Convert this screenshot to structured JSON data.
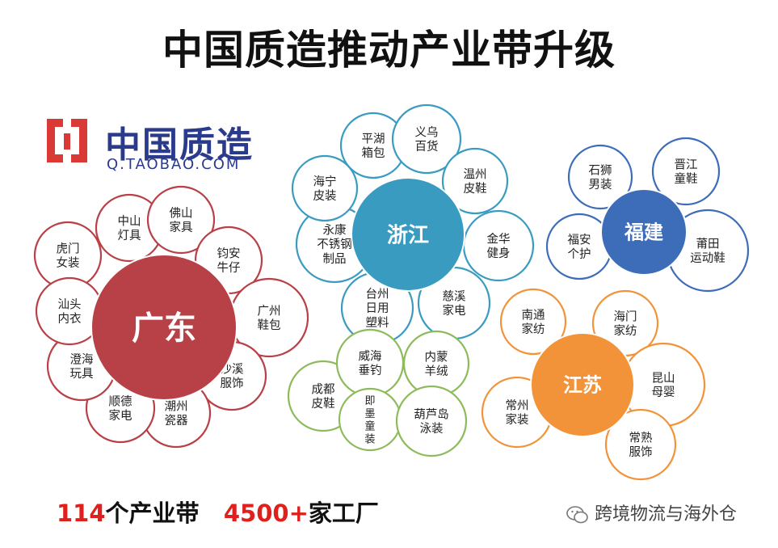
{
  "title": "中国质造推动产业带升级",
  "logo": {
    "text": "中国质造",
    "url": "Q.TAOBAO.COM"
  },
  "colors": {
    "guangdong": "#b84047",
    "zhejiang": "#3a9bc1",
    "fujian": "#3d6cb8",
    "jiangsu": "#f2933a",
    "green": "#8dba5a",
    "logo_red": "#d93a35",
    "logo_blue": "#2a3a8c"
  },
  "clusters": [
    {
      "id": "guangdong",
      "name": "广东",
      "items": [
        "虎门\n女装",
        "中山\n灯具",
        "佛山\n家具",
        "钧安\n牛仔",
        "广州\n鞋包",
        "沙溪\n服饰",
        "潮州\n瓷器",
        "顺德\n家电",
        "澄海\n玩具",
        "汕头\n内衣"
      ]
    },
    {
      "id": "zhejiang",
      "name": "浙江",
      "items": [
        "平湖\n箱包",
        "义乌\n百货",
        "温州\n皮鞋",
        "金华\n健身",
        "慈溪\n家电",
        "台州\n日用\n塑料",
        "永康\n不锈钢\n制品",
        "海宁\n皮装"
      ]
    },
    {
      "id": "fujian",
      "name": "福建",
      "items": [
        "石狮\n男装",
        "晋江\n童鞋",
        "莆田\n运动鞋",
        "福安\n个护"
      ]
    },
    {
      "id": "jiangsu",
      "name": "江苏",
      "items": [
        "南通\n家纺",
        "海门\n家纺",
        "昆山\n母婴",
        "常熟\n服饰",
        "常州\n家装"
      ]
    },
    {
      "id": "other",
      "name": "",
      "items": [
        "成都\n皮鞋",
        "威海\n垂钓",
        "内蒙\n羊绒",
        "即\n墨\n童\n装",
        "葫芦岛\n泳装"
      ]
    }
  ],
  "stats": {
    "industry_count": "114",
    "industry_label": "个产业带",
    "factory_count": "4500+",
    "factory_label": "家工厂"
  },
  "watermark": "跨境物流与海外仓"
}
